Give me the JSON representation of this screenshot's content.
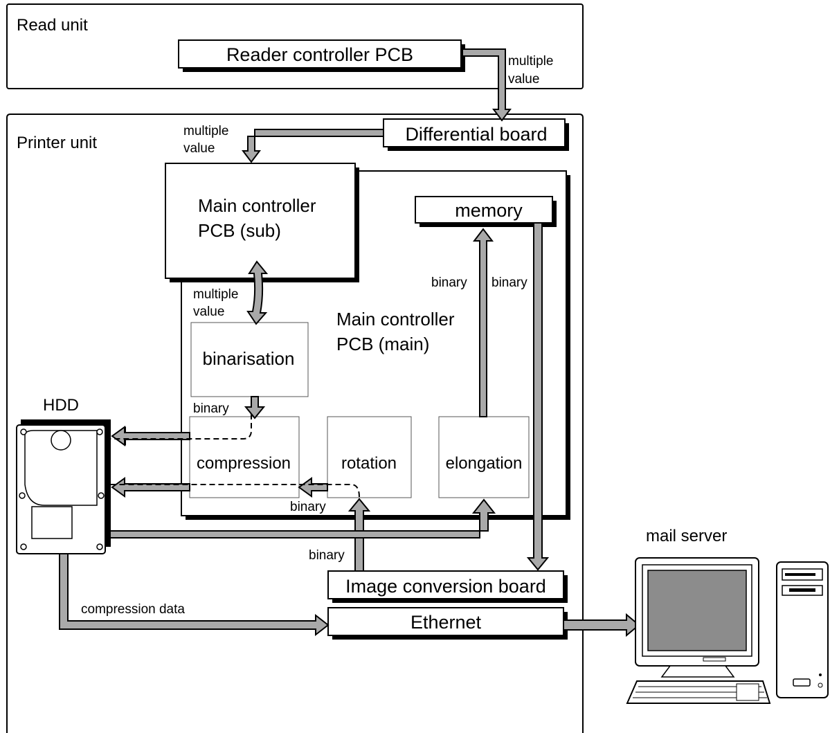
{
  "units": {
    "read_unit": "Read unit",
    "printer_unit": "Printer unit"
  },
  "boxes": {
    "reader_controller": "Reader controller PCB",
    "differential_board": "Differential board",
    "main_sub_line1": "Main controller",
    "main_sub_line2": "PCB (sub)",
    "main_main_line1": "Main controller",
    "main_main_line2": "PCB (main)",
    "memory": "memory",
    "binarisation": "binarisation",
    "compression": "compression",
    "rotation": "rotation",
    "elongation": "elongation",
    "image_conversion": "Image conversion board",
    "ethernet": "Ethernet"
  },
  "labels": {
    "multiple_value_1_line1": "multiple",
    "multiple_value_1_line2": "value",
    "multiple_value_2_line1": "multiple",
    "multiple_value_2_line2": "value",
    "multiple_value_3_line1": "multiple",
    "multiple_value_3_line2": "value",
    "binary_memory_left": "binary",
    "binary_memory_right": "binary",
    "binary_binarisation": "binary",
    "binary_rotation": "binary",
    "binary_image_conversion": "binary",
    "compression_data": "compression data"
  },
  "devices": {
    "hdd": "HDD",
    "mail_server": "mail server"
  },
  "colors": {
    "arrow_fill": "#a9a9a9",
    "monitor_screen": "#8c8c8c",
    "line": "#000000"
  }
}
